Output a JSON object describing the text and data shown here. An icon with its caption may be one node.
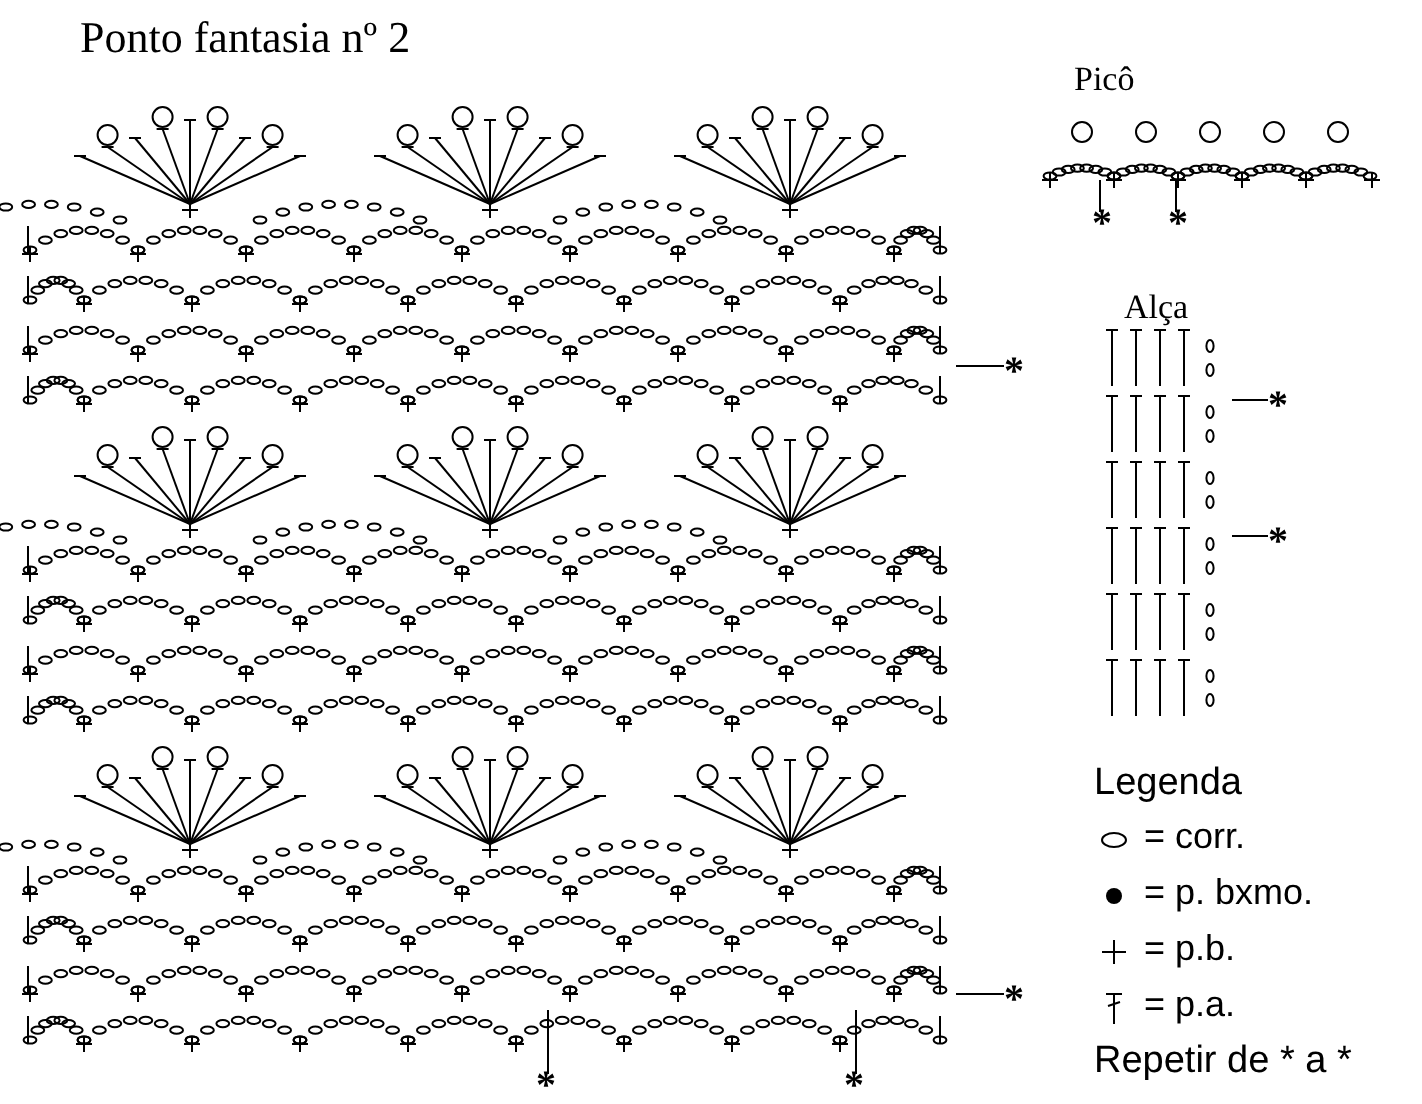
{
  "diagram": {
    "title": "Ponto fantasia nº 2",
    "nodes": [
      {
        "text": [
          "*"
        ]
      },
      {
        "text": [
          "*"
        ]
      },
      {
        "text": [
          "*"
        ]
      },
      {
        "text": [
          "*"
        ]
      },
      {
        "text": [
          "*"
        ]
      },
      {
        "text": [
          "*"
        ]
      },
      {
        "text": [
          "*"
        ]
      },
      {
        "text": [
          "*"
        ]
      }
    ],
    "edges": [
      {
        "from": 0,
        "to": null,
        "arrow": "none"
      },
      {
        "from": 1,
        "to": null,
        "arrow": "none"
      },
      {
        "from": 2,
        "to": null,
        "arrow": "none"
      },
      {
        "from": 3,
        "to": null,
        "arrow": "none"
      },
      {
        "from": 4,
        "to": null,
        "arrow": "none"
      },
      {
        "from": 5,
        "to": null,
        "arrow": "none"
      },
      {
        "from": 6,
        "to": null,
        "arrow": "none"
      },
      {
        "from": 7,
        "to": null,
        "arrow": "none"
      }
    ],
    "labels": [
      "Picô",
      "Alça",
      "Legenda",
      "Repetir de * a *"
    ],
    "legend": [
      {
        "text": "= corr."
      },
      {
        "text": "= p. bxmo."
      },
      {
        "text": "= p.b."
      },
      {
        "text": "= p.a."
      }
    ]
  }
}
